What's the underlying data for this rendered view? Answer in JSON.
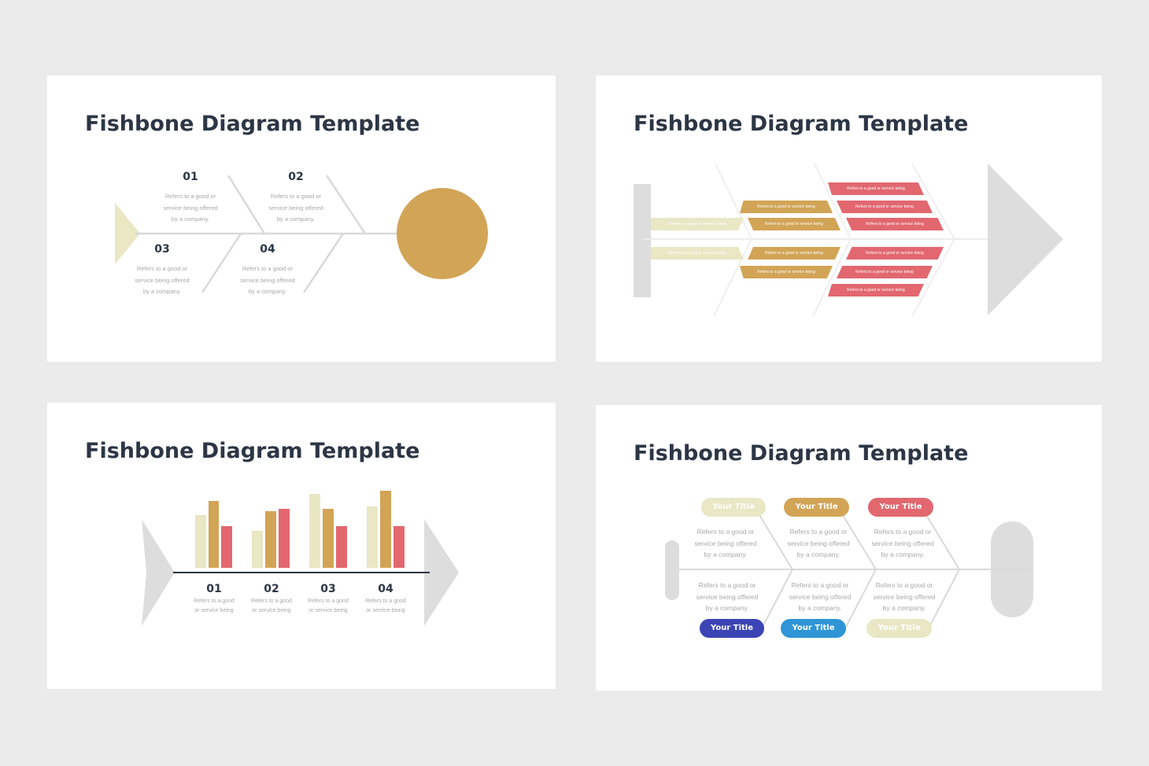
{
  "colors": {
    "background": "#ebebeb",
    "title": "#2c3645",
    "cream": "#e9e7c4",
    "gold": "#d2a456",
    "red": "#e2676f",
    "navy": "#3b44b5",
    "blue": "#2f95d6",
    "gray": "#dddddd",
    "line": "#d9d9d9"
  },
  "slide1": {
    "title": "Fishbone Diagram Template",
    "items": [
      {
        "num": "01",
        "text": [
          "Refers to a good or",
          "service being offered",
          "by a company."
        ]
      },
      {
        "num": "02",
        "text": [
          "Refers to a good or",
          "service being offered",
          "by a company."
        ]
      },
      {
        "num": "03",
        "text": [
          "Refers to a good or",
          "service being offered",
          "by a company."
        ]
      },
      {
        "num": "04",
        "text": [
          "Refers to a good or",
          "service being offered",
          "by a company."
        ]
      }
    ]
  },
  "slide2": {
    "title": "Fishbone Diagram Template",
    "label": "Refers to a good or service being"
  },
  "slide3": {
    "title": "Fishbone Diagram Template",
    "items": [
      {
        "num": "01",
        "text": [
          "Refers to a good",
          "or service being"
        ]
      },
      {
        "num": "02",
        "text": [
          "Refers to a good",
          "or service being"
        ]
      },
      {
        "num": "03",
        "text": [
          "Refers to a good",
          "or service being"
        ]
      },
      {
        "num": "04",
        "text": [
          "Refers to a good",
          "or service being"
        ]
      }
    ]
  },
  "slide4": {
    "title": "Fishbone Diagram Template",
    "top_pills": [
      "Your Title",
      "Your Title",
      "Your Title"
    ],
    "bottom_pills": [
      "Your Title",
      "Your Title",
      "Your Title"
    ],
    "top_text": [
      [
        "Refers to a good or",
        "service being offered",
        "by a company."
      ],
      [
        "Refers to a good or",
        "service being offered",
        "by a company."
      ],
      [
        "Refers to a good or",
        "service being offered",
        "by a company."
      ]
    ],
    "bottom_text": [
      [
        "Refers to a good or",
        "service being offered",
        "by a company."
      ],
      [
        "Refers to a good or",
        "service being offered",
        "by a company."
      ],
      [
        "Refers to a good or",
        "service being offered",
        "by a company."
      ]
    ]
  }
}
